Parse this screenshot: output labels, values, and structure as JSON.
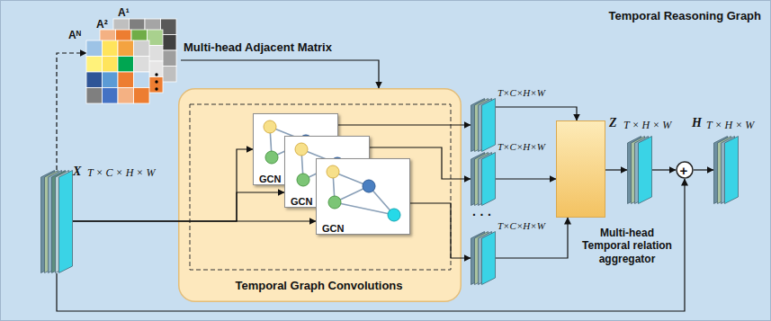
{
  "diagram": {
    "title": "Temporal Reasoning Graph",
    "nodes": [
      {
        "text": [
          "Multi-head Adjacent Matrix"
        ]
      },
      {
        "text": [
          "X",
          "T × C × H × W"
        ]
      },
      {
        "text": [
          "Temporal Graph Convolutions"
        ]
      },
      {
        "text": [
          "GCN"
        ],
        "in": 2
      },
      {
        "text": [
          "GCN"
        ],
        "in": 2
      },
      {
        "text": [
          "GCN"
        ],
        "in": 2
      },
      {
        "text": [
          "T×C×H×W"
        ]
      },
      {
        "text": [
          "T×C×H×W"
        ]
      },
      {
        "text": [
          "T×C×H×W"
        ]
      },
      {
        "text": [
          "Multi-head Temporal relation aggregator"
        ]
      },
      {
        "text": [
          "Z",
          "T × H × W"
        ]
      },
      {
        "text": [
          "+"
        ]
      },
      {
        "text": [
          "H",
          "T × H × W"
        ]
      }
    ],
    "edges": [
      {
        "from": 1,
        "to": 0,
        "arrow": "to"
      },
      {
        "from": 0,
        "to": 2,
        "arrow": "to"
      },
      {
        "from": 1,
        "to": 3,
        "arrow": "to"
      },
      {
        "from": 1,
        "to": 4,
        "arrow": "to"
      },
      {
        "from": 1,
        "to": 5,
        "arrow": "to"
      },
      {
        "from": 3,
        "to": 6,
        "arrow": "to"
      },
      {
        "from": 4,
        "to": 7,
        "arrow": "to"
      },
      {
        "from": 5,
        "to": 8,
        "arrow": "to"
      },
      {
        "from": 6,
        "to": 9,
        "arrow": "to"
      },
      {
        "from": 7,
        "to": 9,
        "arrow": "to"
      },
      {
        "from": 8,
        "to": 9,
        "arrow": "to"
      },
      {
        "from": 9,
        "to": 10,
        "arrow": "to"
      },
      {
        "from": 10,
        "to": 11,
        "arrow": "to"
      },
      {
        "from": 11,
        "to": 12,
        "arrow": "to"
      },
      {
        "from": 1,
        "to": 11,
        "arrow": "to"
      }
    ],
    "labels": [
      "A¹",
      "A²",
      "Aᴺ",
      "· · ·"
    ]
  }
}
